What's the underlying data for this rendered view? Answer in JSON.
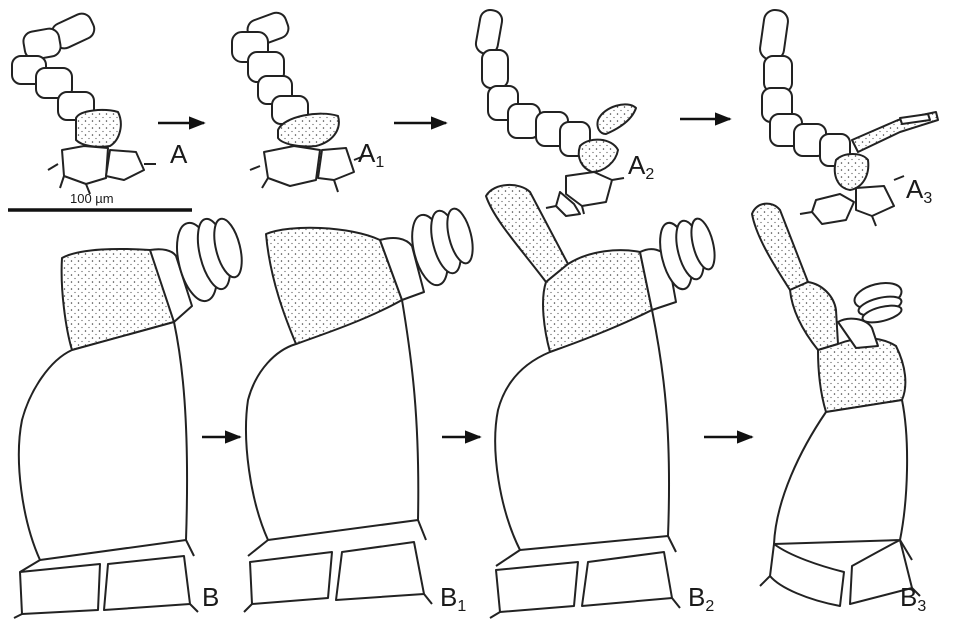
{
  "colors": {
    "line": "#222222",
    "stipple_fill": "#d9d9d9",
    "background": "#ffffff"
  },
  "scale_bar": {
    "label": "100 µm"
  },
  "panels": [
    {
      "id": "A",
      "label": "A",
      "sub": ""
    },
    {
      "id": "A1",
      "label": "A",
      "sub": "1"
    },
    {
      "id": "A2",
      "label": "A",
      "sub": "2"
    },
    {
      "id": "A3",
      "label": "A",
      "sub": "3"
    },
    {
      "id": "B",
      "label": "B",
      "sub": ""
    },
    {
      "id": "B1",
      "label": "B",
      "sub": "1"
    },
    {
      "id": "B2",
      "label": "B",
      "sub": "2"
    },
    {
      "id": "B3",
      "label": "B",
      "sub": "3"
    }
  ]
}
